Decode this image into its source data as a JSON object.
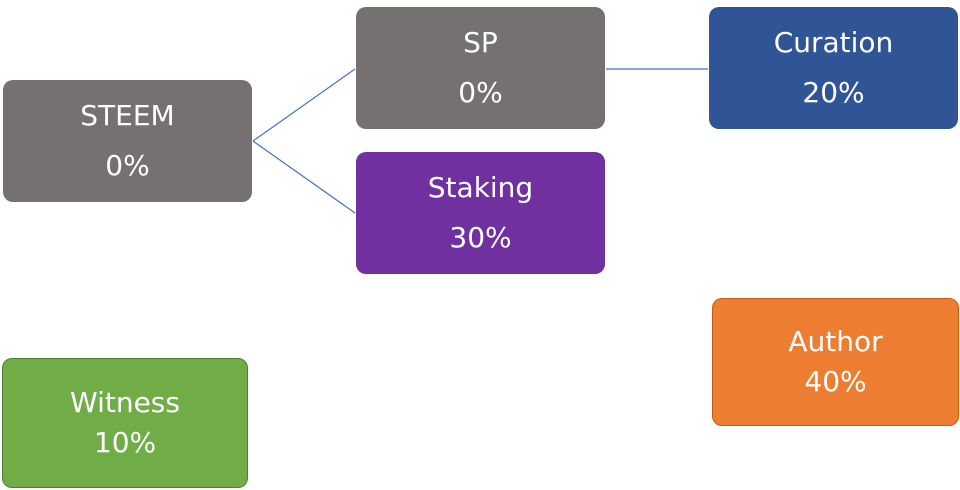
{
  "colors": {
    "steem": "#757170",
    "sp": "#757170",
    "staking": "#7030a0",
    "curation": "#2f5597",
    "author": "#ed7d31",
    "author_border": "#c55a11",
    "witness": "#70ad47",
    "witness_border": "#507e32",
    "connector": "#4472c4"
  },
  "nodes": {
    "steem": {
      "label": "STEEM",
      "value": "0%"
    },
    "sp": {
      "label": "SP",
      "value": "0%"
    },
    "staking": {
      "label": "Staking",
      "value": "30%"
    },
    "curation": {
      "label": "Curation",
      "value": "20%"
    },
    "author": {
      "label": "Author",
      "value": "40%"
    },
    "witness": {
      "label": "Witness",
      "value": "10%"
    }
  },
  "edges": [
    {
      "from": "steem",
      "to": "sp"
    },
    {
      "from": "steem",
      "to": "staking"
    },
    {
      "from": "sp",
      "to": "curation"
    }
  ]
}
